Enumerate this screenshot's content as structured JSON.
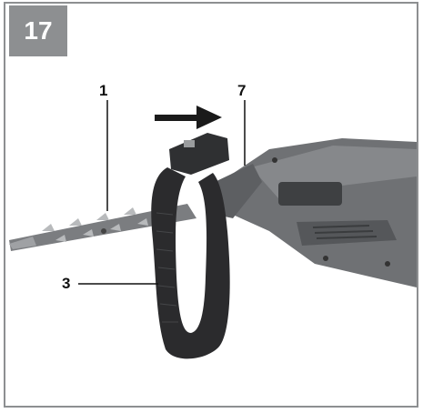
{
  "figure": {
    "number": "17"
  },
  "callouts": {
    "c1": "1",
    "c7": "7",
    "c3": "3"
  },
  "colors": {
    "frame": "#8d8f91",
    "badge_bg": "#8d8f91",
    "tool_body": "#6f7174",
    "handle": "#2b2b2d",
    "arrow": "#1a1a1a"
  },
  "icons": {
    "direction_arrow": "arrow-right-icon"
  }
}
